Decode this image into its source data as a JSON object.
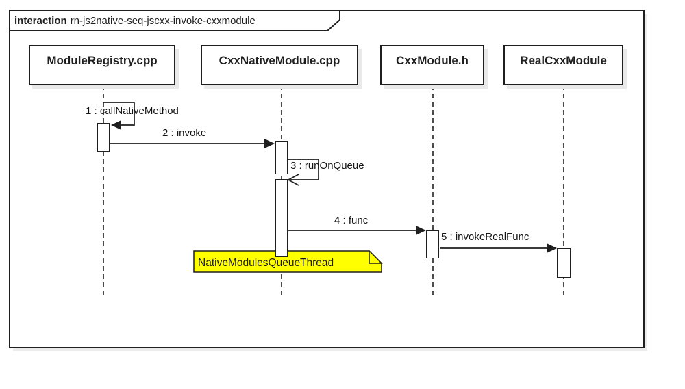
{
  "frame": {
    "keyword": "interaction",
    "name": "rn-js2native-seq-jscxx-invoke-cxxmodule"
  },
  "lifelines": [
    {
      "label": "ModuleRegistry.cpp"
    },
    {
      "label": "CxxNativeModule.cpp"
    },
    {
      "label": "CxxModule.h"
    },
    {
      "label": "RealCxxModule"
    }
  ],
  "messages": [
    {
      "label": "1 : callNativeMethod",
      "kind": "self-message",
      "arrow": "filled",
      "from": "ModuleRegistry.cpp",
      "to": "ModuleRegistry.cpp"
    },
    {
      "label": "2 : invoke",
      "kind": "call",
      "arrow": "filled",
      "from": "ModuleRegistry.cpp",
      "to": "CxxNativeModule.cpp"
    },
    {
      "label": "3 : runOnQueue",
      "kind": "self-message",
      "arrow": "open",
      "from": "CxxNativeModule.cpp",
      "to": "CxxNativeModule.cpp"
    },
    {
      "label": "4 : func",
      "kind": "call",
      "arrow": "filled",
      "from": "CxxNativeModule.cpp",
      "to": "CxxModule.h"
    },
    {
      "label": "5 : invokeRealFunc",
      "kind": "call",
      "arrow": "filled",
      "from": "CxxModule.h",
      "to": "RealCxxModule"
    }
  ],
  "note": {
    "text": "NativeModulesQueueThread",
    "fill": "#ffff00"
  },
  "colors": {
    "line": "#1f1f1f",
    "background": "#ffffff",
    "note_fill": "#ffff00",
    "shadow": "#e9e9e9"
  }
}
